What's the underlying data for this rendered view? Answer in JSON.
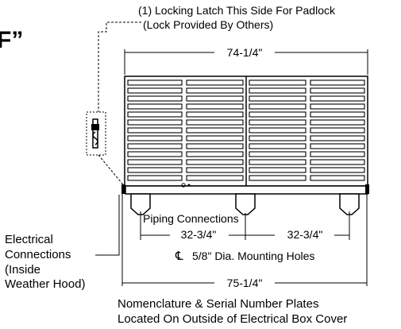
{
  "header": {
    "letter": "F”"
  },
  "notes": {
    "latch_line1": "(1) Locking Latch This Side For Padlock",
    "latch_line2": "(Lock Provided By Others)",
    "electrical_line1": "Electrical",
    "electrical_line2": "Connections",
    "electrical_line3": "(Inside",
    "electrical_line4": "Weather Hood)",
    "piping": "Piping Connections",
    "mounting_symbol": "℄",
    "mounting": "5/8\" Dia. Mounting Holes",
    "nameplate_line1": "Nomenclature & Serial Number Plates",
    "nameplate_line2": "Located On Outside of Electrical Box Cover"
  },
  "dimensions": {
    "top_width": "74-1/4\"",
    "left_spacing": "32-3/4\"",
    "right_spacing": "32-3/4\"",
    "bottom_width": "75-1/4\""
  },
  "colors": {
    "line": "#000000",
    "background": "#ffffff"
  }
}
